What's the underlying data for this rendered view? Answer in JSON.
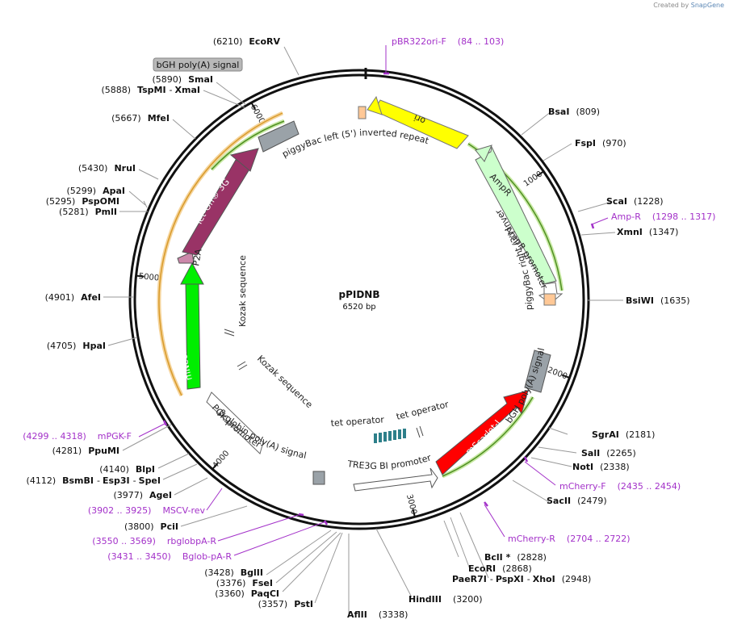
{
  "credit": {
    "prefix": "Created by",
    "brand": "SnapGene"
  },
  "plasmid": {
    "name": "pPIDNB",
    "size_label": "6520 bp",
    "length": 6520
  },
  "ticks": [
    {
      "bp": 1000,
      "label": "1000"
    },
    {
      "bp": 2000,
      "label": "2000"
    },
    {
      "bp": 3000,
      "label": "3000"
    },
    {
      "bp": 4000,
      "label": "4000"
    },
    {
      "bp": 5000,
      "label": "5000"
    },
    {
      "bp": 6000,
      "label": "6000"
    }
  ],
  "sites": [
    {
      "name": "EcoRV",
      "pos": "(6210)"
    },
    {
      "name": "SmaI",
      "pos": "(5890)"
    },
    {
      "name": "TspMI",
      "name2": "XmaI",
      "pos": "(5888)"
    },
    {
      "name": "MfeI",
      "pos": "(5667)"
    },
    {
      "name": "NruI",
      "pos": "(5430)"
    },
    {
      "name": "ApaI",
      "pos": "(5299)"
    },
    {
      "name": "PspOMI",
      "pos": "(5295)"
    },
    {
      "name": "PmlI",
      "pos": "(5281)"
    },
    {
      "name": "AfeI",
      "pos": "(4901)"
    },
    {
      "name": "HpaI",
      "pos": "(4705)"
    },
    {
      "name": "PpuMI",
      "pos": "(4281)"
    },
    {
      "name": "BlpI",
      "pos": "(4140)"
    },
    {
      "name": "BsmBI",
      "name2": "Esp3I",
      "name3": "SpeI",
      "pos": "(4112)"
    },
    {
      "name": "AgeI",
      "pos": "(3977)"
    },
    {
      "name": "PciI",
      "pos": "(3800)"
    },
    {
      "name": "BglII",
      "pos": "(3428)"
    },
    {
      "name": "FseI",
      "pos": "(3376)"
    },
    {
      "name": "PaqCI",
      "pos": "(3360)"
    },
    {
      "name": "PstI",
      "pos": "(3357)"
    },
    {
      "name": "AflII",
      "pos": "(3338)"
    },
    {
      "name": "HindIII",
      "pos": "(3200)"
    },
    {
      "name": "BclI *",
      "pos": "(2828)"
    },
    {
      "name": "EcoRI",
      "pos": "(2868)"
    },
    {
      "name": "PaeR7I",
      "name2": "PspXI",
      "name3": "XhoI",
      "pos": "(2948)"
    },
    {
      "name": "SacII",
      "pos": "(2479)"
    },
    {
      "name": "NotI",
      "pos": "(2338)"
    },
    {
      "name": "SalI",
      "pos": "(2265)"
    },
    {
      "name": "SgrAI",
      "pos": "(2181)"
    },
    {
      "name": "BsiWI",
      "pos": "(1635)"
    },
    {
      "name": "XmnI",
      "pos": "(1347)"
    },
    {
      "name": "ScaI",
      "pos": "(1228)"
    },
    {
      "name": "FspI",
      "pos": "(970)"
    },
    {
      "name": "BsaI",
      "pos": "(809)"
    }
  ],
  "primers": [
    {
      "name": "pBR322ori-F",
      "range": "(84 .. 103)"
    },
    {
      "name": "Amp-R",
      "range": "(1298 .. 1317)"
    },
    {
      "name": "mCherry-F",
      "range": "(2435 .. 2454)"
    },
    {
      "name": "mCherry-R",
      "range": "(2704 .. 2722)"
    },
    {
      "name": "MSCV-rev",
      "range": "(3902 .. 3925)"
    },
    {
      "name": "rbglobpA-R",
      "range": "(3550 .. 3569)"
    },
    {
      "name": "Bglob-pA-R",
      "range": "(3431 .. 3450)"
    },
    {
      "name": "mPGK-F",
      "range": "(4299 .. 4318)"
    }
  ],
  "features": {
    "ori": "ori",
    "ampr": "AmpR",
    "ampr_promoter": "AmpR promoter",
    "piggybac_right": "piggyBac right (3') inverted repeat",
    "piggybac_left": "piggyBac left (5') inverted repeat",
    "bgh_right": "bGH poly(A) signal",
    "bgh_left": "bGH poly(A) signal",
    "mscarlet": "mScarlet-I",
    "tre3g": "TRE3G BI promoter",
    "tet_operator_1": "tet operator",
    "tet_operator_2": "tet operator",
    "bglobin": "β-globin poly(A) signal",
    "pgk": "PGK promoter",
    "mneongreen": "mNeonGreen",
    "p2a": "P2A",
    "teton": "Tet-On® 3G",
    "kozak_1": "Kozak sequence",
    "kozak_2": "Kozak sequence"
  },
  "colors": {
    "ori": "#ffff00",
    "ampr": "#ccffcc",
    "promoter": "#ffffff",
    "terminator": "#9aa2a8",
    "mscarlet": "#ff0000",
    "mneongreen": "#00ee00",
    "teton": "#993366",
    "p2a": "#cc88aa",
    "rep_origin": "#ffc896",
    "primer": "#a331c9",
    "orf_green": "#5aa02c",
    "orf_orange": "#f0b050"
  }
}
